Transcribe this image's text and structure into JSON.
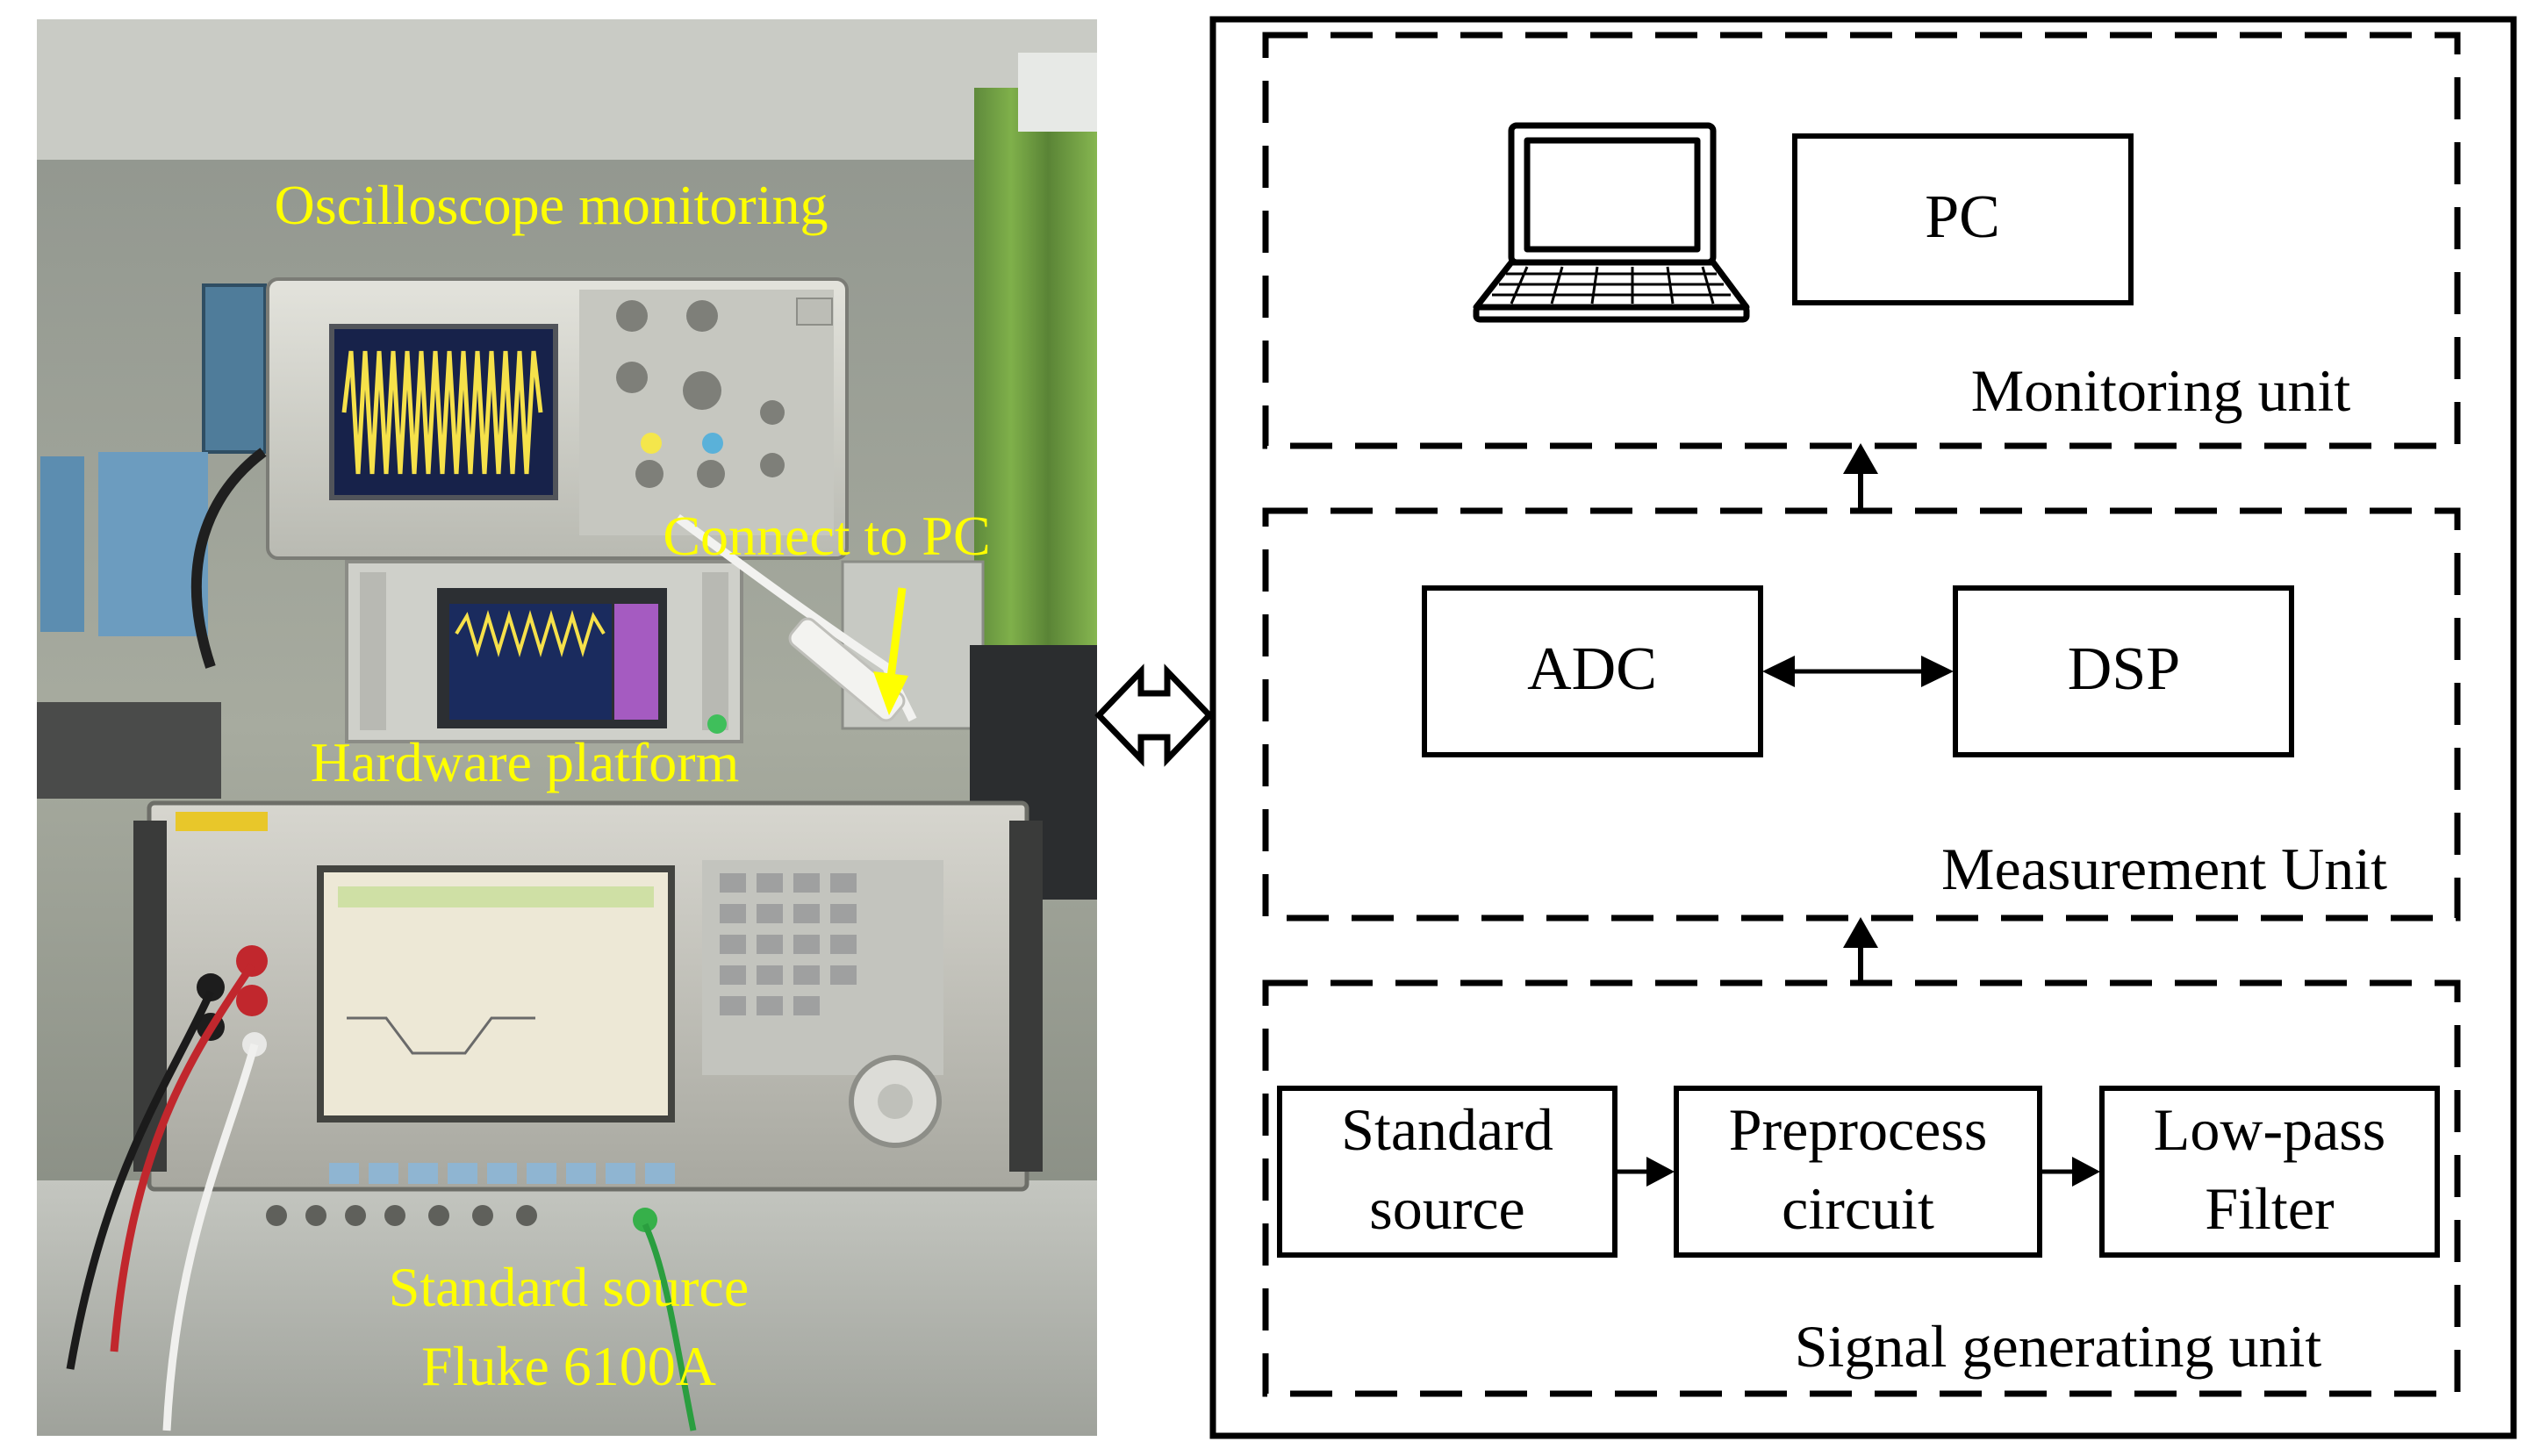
{
  "photo": {
    "labels": {
      "oscilloscope": "Oscilloscope monitoring",
      "connect": "Connect to PC",
      "hardware": "Hardware platform",
      "source_line1": "Standard source",
      "source_line2": "Fluke 6100A"
    },
    "label_color": "#ffff00"
  },
  "diagram": {
    "units": {
      "monitoring": "Monitoring unit",
      "measurement": "Measurement Unit",
      "signal": "Signal generating unit"
    },
    "blocks": {
      "pc": "PC",
      "adc": "ADC",
      "dsp": "DSP",
      "standard_source": [
        "Standard",
        "source"
      ],
      "preprocess": [
        "Preprocess",
        "circuit"
      ],
      "lowpass": [
        "Low-pass",
        "Filter"
      ]
    }
  }
}
